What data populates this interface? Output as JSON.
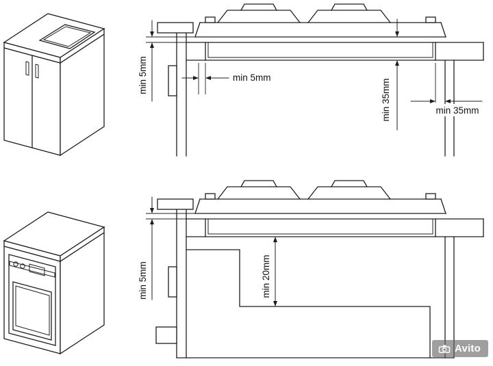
{
  "page": {
    "background": "#ffffff",
    "line_color": "#1d1d1d"
  },
  "sections": {
    "top": {
      "dims": {
        "hob_above_worktop": "min 5mm",
        "side_gap": "min 5mm",
        "below_hob": "min 35mm",
        "wall_gap": "min 35mm"
      }
    },
    "bottom": {
      "dims": {
        "hob_above_worktop": "min 5mm",
        "gap_to_oven": "min 20mm"
      }
    }
  },
  "watermark": {
    "text": "Avito",
    "icon": "camera-icon",
    "background": "rgba(100,100,100,0.62)",
    "text_color": "#ffffff"
  }
}
